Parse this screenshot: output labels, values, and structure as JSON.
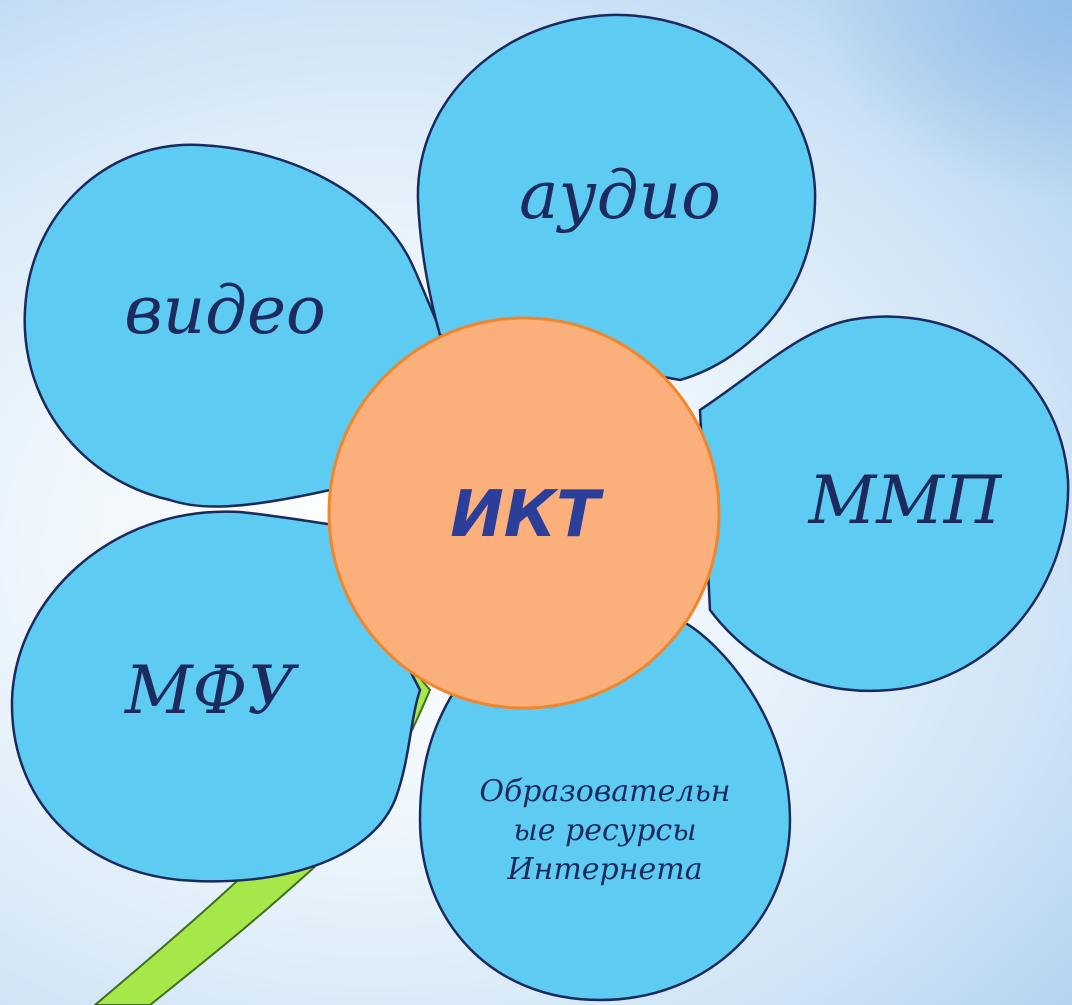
{
  "diagram": {
    "center": {
      "label": "ИКТ"
    },
    "petals": {
      "video": "видео",
      "audio": "аудио",
      "mmp": "ММП",
      "mfu": "МФУ",
      "internet_line1": "Образовательн",
      "internet_line2": "ые ресурсы",
      "internet_line3": "Интернета"
    },
    "colors": {
      "petal_fill": "#5ecbf2",
      "petal_stroke": "#1b2a5c",
      "center_fill": "#fbb07c",
      "center_stroke": "#f0862c",
      "stem_fill": "#a6e84a",
      "stem_stroke": "#3f6f1a",
      "text": "#1d2a5e",
      "center_text": "#2b3f9a"
    }
  }
}
